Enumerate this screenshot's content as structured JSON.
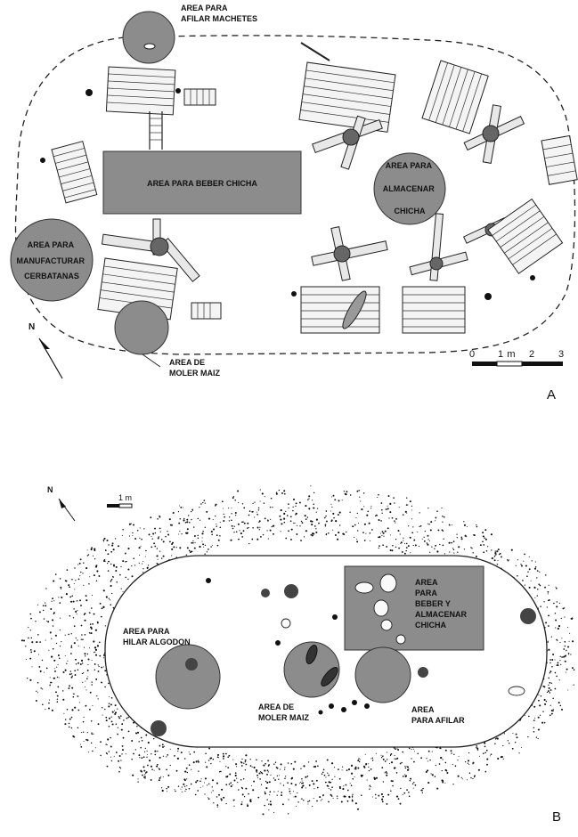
{
  "figure_a": {
    "panel_letter": "A",
    "areas": {
      "afilar_machetes": [
        "AREA PARA",
        "AFILAR MACHETES"
      ],
      "beber_chicha": "AREA PARA BEBER CHICHA",
      "almacenar_chicha": [
        "AREA PARA",
        "ALMACENAR",
        "CHICHA"
      ],
      "manufacturar": [
        "AREA PARA",
        "MANUFACTURAR",
        "CERBATANAS"
      ],
      "moler_maiz": [
        "AREA DE",
        "MOLER MAIZ"
      ]
    },
    "north": "N",
    "scale": {
      "labels": [
        "0",
        "1",
        "m",
        "2",
        "3"
      ]
    }
  },
  "figure_b": {
    "panel_letter": "B",
    "north": "N",
    "scale_label": "1 m",
    "areas": {
      "beber_almacenar": [
        "AREA",
        "PARA",
        "BEBER Y",
        "ALMACENAR",
        "CHICHA"
      ],
      "hilar": [
        "AREA PARA",
        "HILAR ALGODON"
      ],
      "moler": [
        "AREA DE",
        "MOLER MAIZ"
      ],
      "afilar": [
        "AREA",
        "PARA AFILAR"
      ]
    }
  },
  "colors": {
    "area_fill": "#8c8c8c",
    "outline": "#222222"
  }
}
